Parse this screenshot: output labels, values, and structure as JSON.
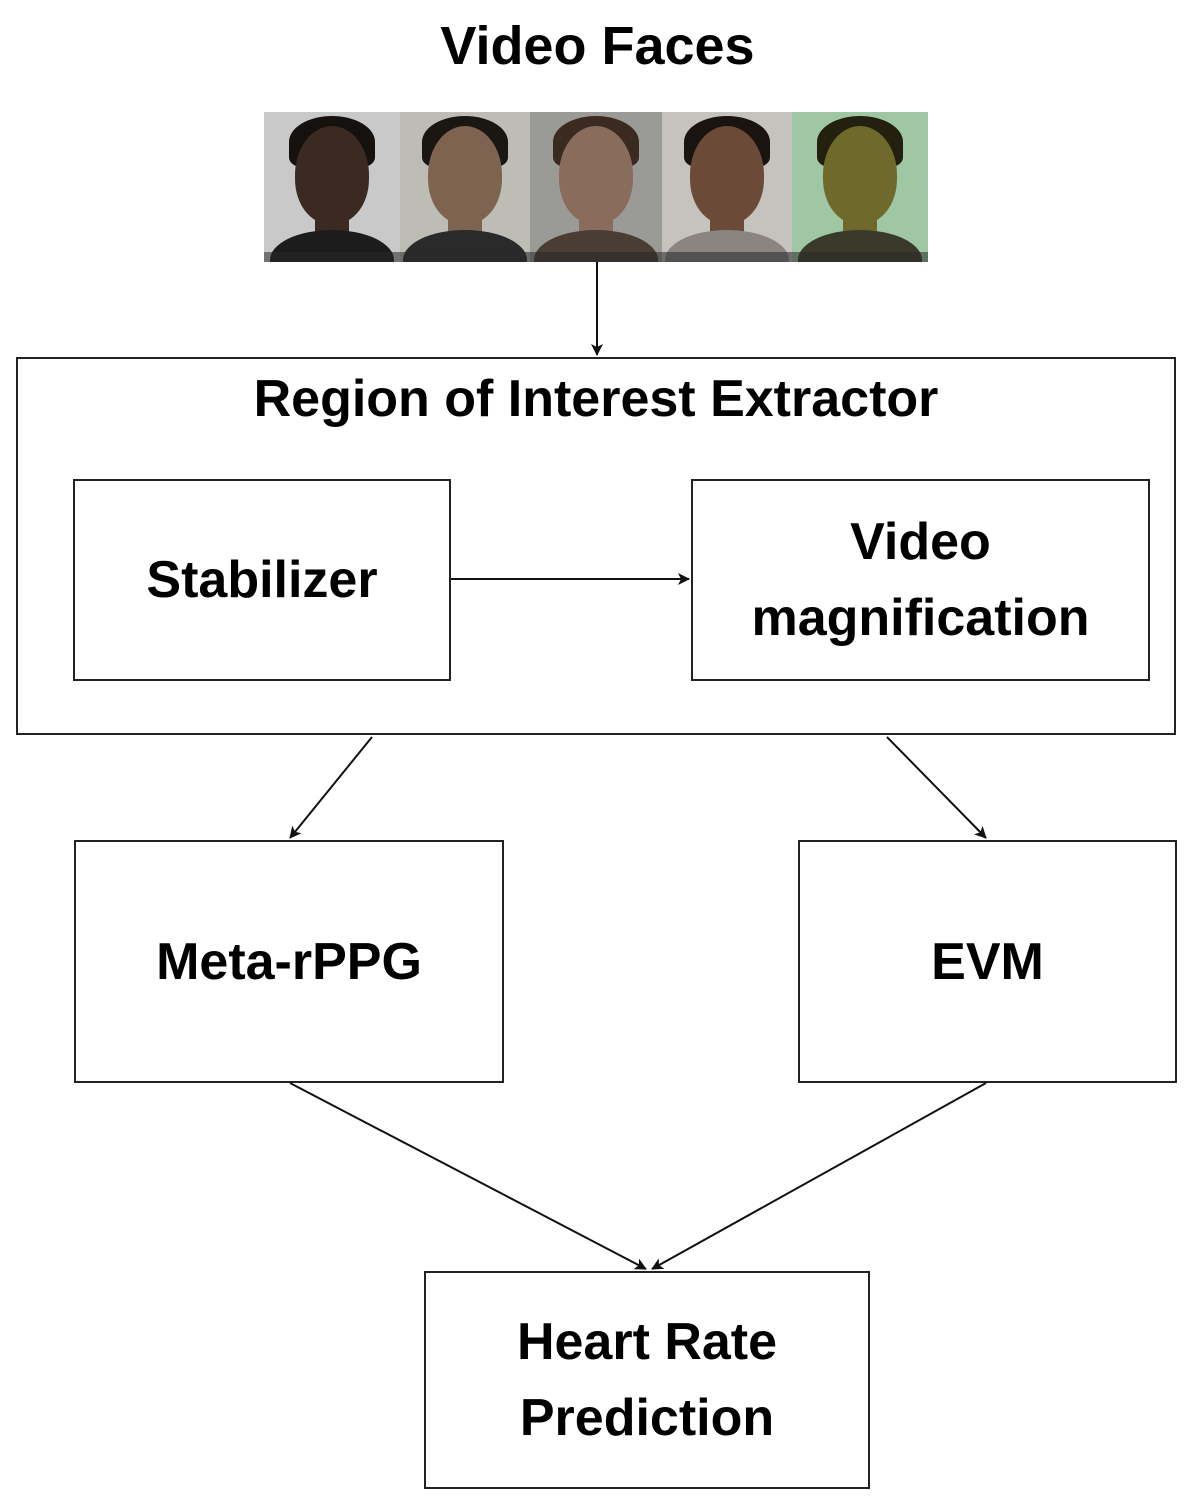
{
  "title": "Video Faces",
  "faces": [
    {
      "name": "face-1",
      "bg": "#c9c9c9",
      "skin": "#3a2a22",
      "hair": "#15110e",
      "shirt": "#1c1c1c"
    },
    {
      "name": "face-2",
      "bg": "#bdbdb5",
      "skin": "#7d6350",
      "hair": "#1a1612",
      "shirt": "#2a2a2a"
    },
    {
      "name": "face-3",
      "bg": "#9a9a96",
      "skin": "#8a6c5c",
      "hair": "#3b2a1f",
      "shirt": "#4a3d34"
    },
    {
      "name": "face-4",
      "bg": "#c6c3be",
      "skin": "#6b4a38",
      "hair": "#1a1410",
      "shirt": "#8a8580"
    },
    {
      "name": "face-5",
      "bg": "#9fc7a3",
      "skin": "#6f6a2c",
      "hair": "#24200f",
      "shirt": "#3a3a2a"
    }
  ],
  "roi": {
    "title": "Region of Interest Extractor",
    "stabilizer": "Stabilizer",
    "magnification_line1": "Video",
    "magnification_line2": "magnification"
  },
  "meta_rppg": "Meta-rPPG",
  "evm": "EVM",
  "output_line1": "Heart Rate",
  "output_line2": "Prediction"
}
